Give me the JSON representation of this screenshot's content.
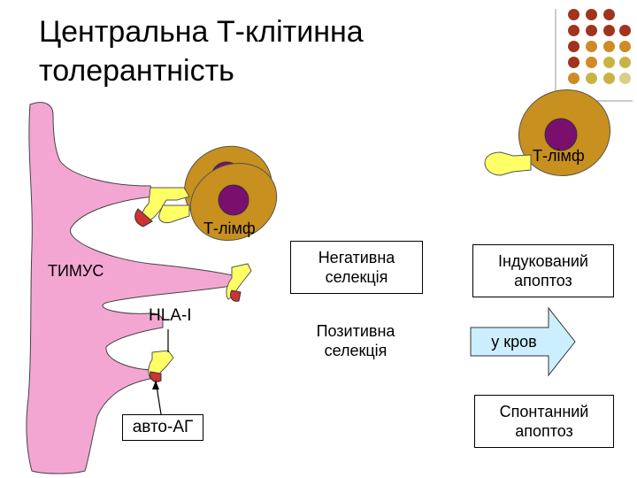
{
  "title": "Центральна Т-клітинна\nтолерантність",
  "labels": {
    "thymus": "ТИМУС",
    "t_cell_top": "Т-лімф",
    "t_cell_mid": "Т-лімф",
    "hla": "HLA-I",
    "auto_ag": "авто-АГ",
    "to_blood": "у кров"
  },
  "boxes": {
    "negative": "Негативна\nселекція",
    "positive": "Позитивна\nселекція",
    "induced": "Індукований\nапоптоз",
    "spontaneous": "Спонтанний\nапоптоз"
  },
  "colors": {
    "thymus": "#f4a6d2",
    "cell_body": "#c8901e",
    "nucleus": "#7a0f6e",
    "receptor": "#ffff66",
    "mhc": "#cc3333",
    "arrow_fill": "#ccefff",
    "dot_brown": "#a0341c",
    "dot_orange": "#d08a26",
    "dot_olive": "#c8b446",
    "dot_light": "#d8d08a"
  }
}
